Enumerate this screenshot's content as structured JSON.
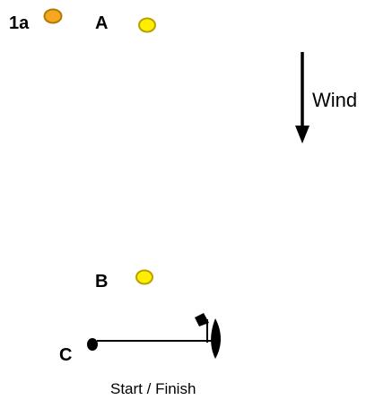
{
  "marks": {
    "mark_1a": {
      "label": "1a",
      "color": "#F5A623"
    },
    "mark_a": {
      "label": "A",
      "color": "#FFEE00"
    },
    "mark_b": {
      "label": "B",
      "color": "#FFEE00"
    },
    "mark_c": {
      "label": "C",
      "color": "#000000"
    }
  },
  "wind": {
    "label": "Wind",
    "icon": "down-arrow-icon"
  },
  "start_finish": {
    "label": "Start / Finish"
  },
  "colors": {
    "mark_outline": "#C8A000",
    "line": "#000000"
  }
}
